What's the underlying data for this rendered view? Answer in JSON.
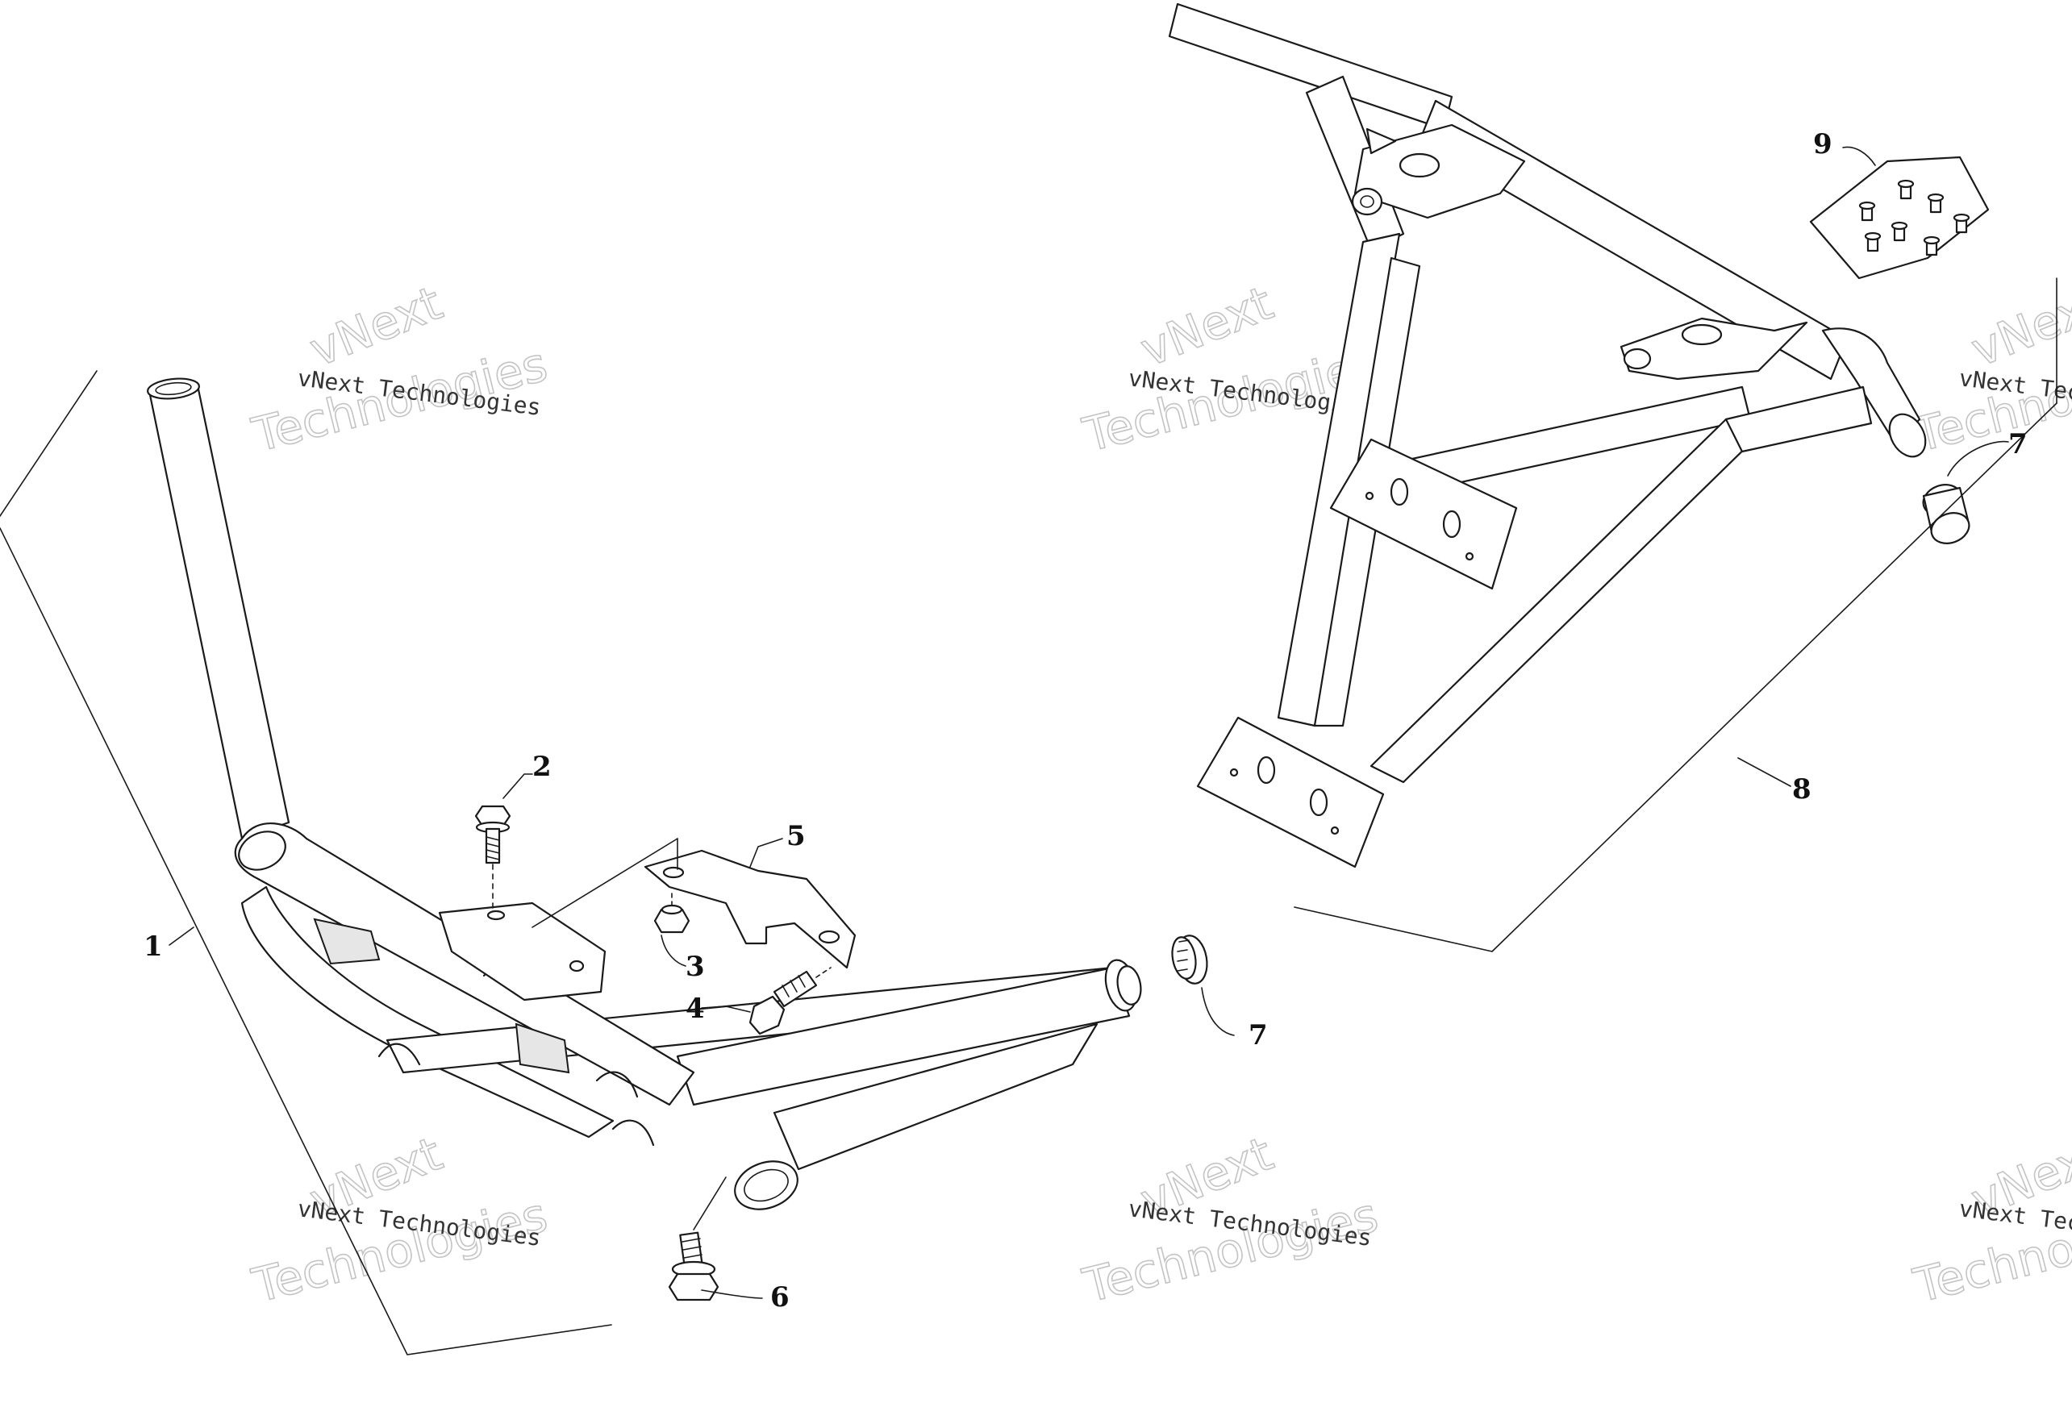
{
  "watermark": {
    "line_small": "vNext Technologies",
    "line_brand": "vNext",
    "line_word": "Technologies"
  },
  "callouts": [
    "1",
    "2",
    "3",
    "4",
    "5",
    "6",
    "7",
    "7",
    "8",
    "9"
  ]
}
